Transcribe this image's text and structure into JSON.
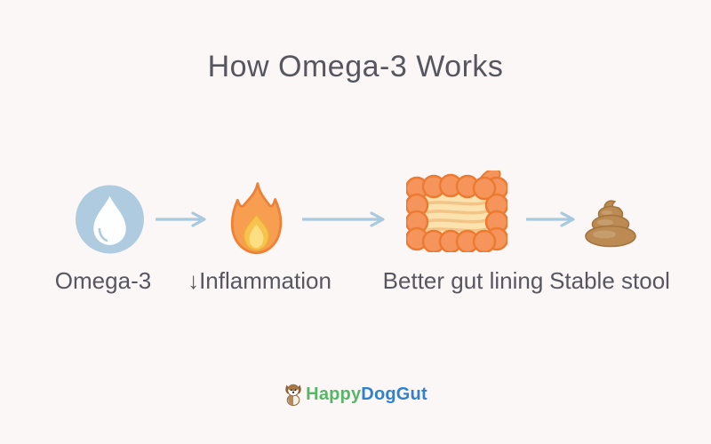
{
  "title": "How Omega-3 Works",
  "flow": {
    "steps": [
      {
        "label": "Omega-3",
        "icon": "water-droplet"
      },
      {
        "label": "↓Inflammation",
        "icon": "flame"
      },
      {
        "label": "Better gut lining",
        "icon": "intestine"
      },
      {
        "label": "Stable stool",
        "icon": "poop"
      }
    ],
    "arrow_icon": "right-arrow"
  },
  "logo": {
    "icon": "dog",
    "text_green": "Happy",
    "text_blue": "DogGut"
  },
  "colors": {
    "background": "#FCF7F7",
    "title_text": "#56565E",
    "label_text": "#57575F",
    "arrow_blue": "#A9C9DE",
    "droplet_circle_blue": "#AECBDF",
    "droplet_white": "#FDFEFE",
    "flame_orange": "#F79E50",
    "flame_outline": "#EE8038",
    "flame_gold": "#F7C24E",
    "flame_light_core": "#FBDF82",
    "gut_orange": "#F5955B",
    "gut_outline": "#EC7A31",
    "gut_inner_cream": "#FCE2AE",
    "poop_brown": "#BB8B53",
    "logo_green": "#57B667",
    "logo_blue": "#2F81CC"
  }
}
